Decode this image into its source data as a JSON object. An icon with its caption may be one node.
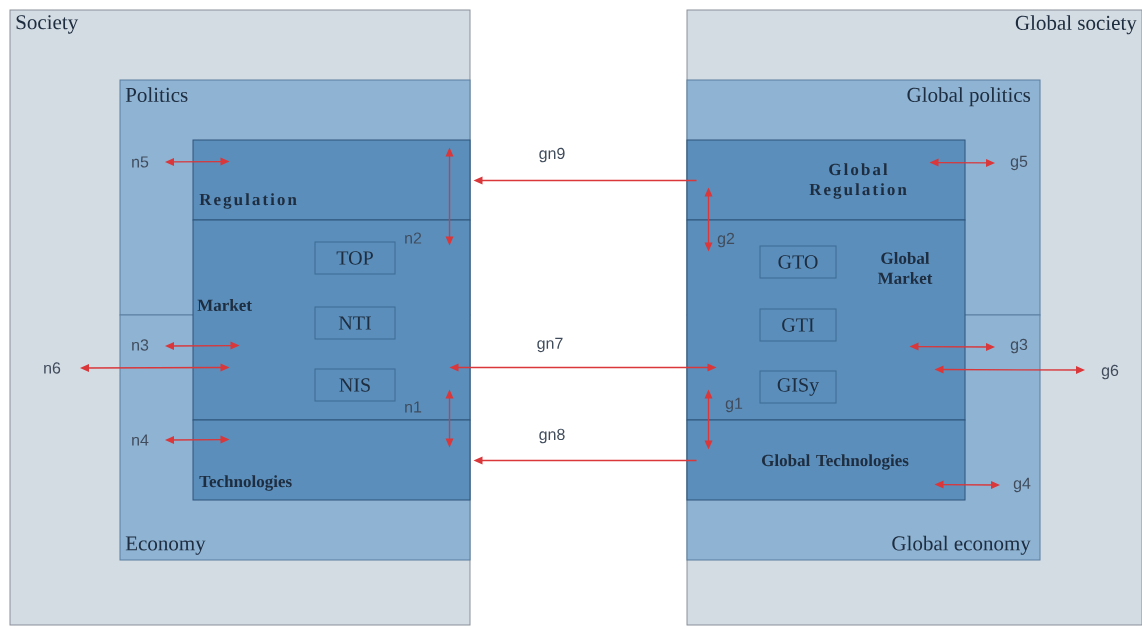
{
  "diagram": {
    "nodes": [
      {
        "text": [
          "Society"
        ]
      },
      {
        "text": [
          "Politics"
        ],
        "in": 0
      },
      {
        "text": [
          "Economy"
        ],
        "in": 0
      },
      {
        "text": [
          "Regulation"
        ],
        "in": 1
      },
      {
        "text": [
          "Market"
        ],
        "in": 0
      },
      {
        "text": [
          "TOP"
        ]
      },
      {
        "text": [
          "NTI"
        ],
        "in": 4
      },
      {
        "text": [
          "NIS"
        ]
      },
      {
        "text": [
          "Technologies"
        ],
        "in": 2
      },
      {
        "text": [
          "Global society"
        ]
      },
      {
        "text": [
          "Global politics"
        ],
        "in": 9
      },
      {
        "text": [
          "Global economy"
        ],
        "in": 9
      },
      {
        "text": [
          "Global Regulation"
        ],
        "in": 10
      },
      {
        "text": [
          "Global Market"
        ],
        "in": 9
      },
      {
        "text": [
          "GTO"
        ]
      },
      {
        "text": [
          "GTI"
        ],
        "in": 13
      },
      {
        "text": [
          "GISy"
        ]
      },
      {
        "text": [
          "Global Technologies"
        ],
        "in": 11
      }
    ],
    "edges": [
      {
        "from": null,
        "to": 3,
        "arrow": "both",
        "label": "n5"
      },
      {
        "from": 3,
        "to": 4,
        "arrow": "both",
        "label": "n2"
      },
      {
        "from": null,
        "to": 4,
        "arrow": "both",
        "label": "n3"
      },
      {
        "from": 4,
        "to": null,
        "arrow": "both",
        "label": "n6"
      },
      {
        "from": 4,
        "to": 8,
        "arrow": "both",
        "label": "n1"
      },
      {
        "from": null,
        "to": 8,
        "arrow": "both",
        "label": "n4"
      },
      {
        "from": 4,
        "to": 13,
        "arrow": "both",
        "label": "gn7"
      },
      {
        "from": 12,
        "to": 3,
        "arrow": "to",
        "label": "gn9"
      },
      {
        "from": 17,
        "to": 8,
        "arrow": "to",
        "label": "gn8"
      },
      {
        "from": 12,
        "to": 13,
        "arrow": "both",
        "label": "g2"
      },
      {
        "from": 12,
        "to": null,
        "arrow": "both",
        "label": "g5"
      },
      {
        "from": 13,
        "to": null,
        "arrow": "both",
        "label": "g3"
      },
      {
        "from": 13,
        "to": null,
        "arrow": "both",
        "label": "g6"
      },
      {
        "from": 13,
        "to": 17,
        "arrow": "both",
        "label": "g1"
      },
      {
        "from": 17,
        "to": null,
        "arrow": "both",
        "label": "g4"
      }
    ]
  }
}
